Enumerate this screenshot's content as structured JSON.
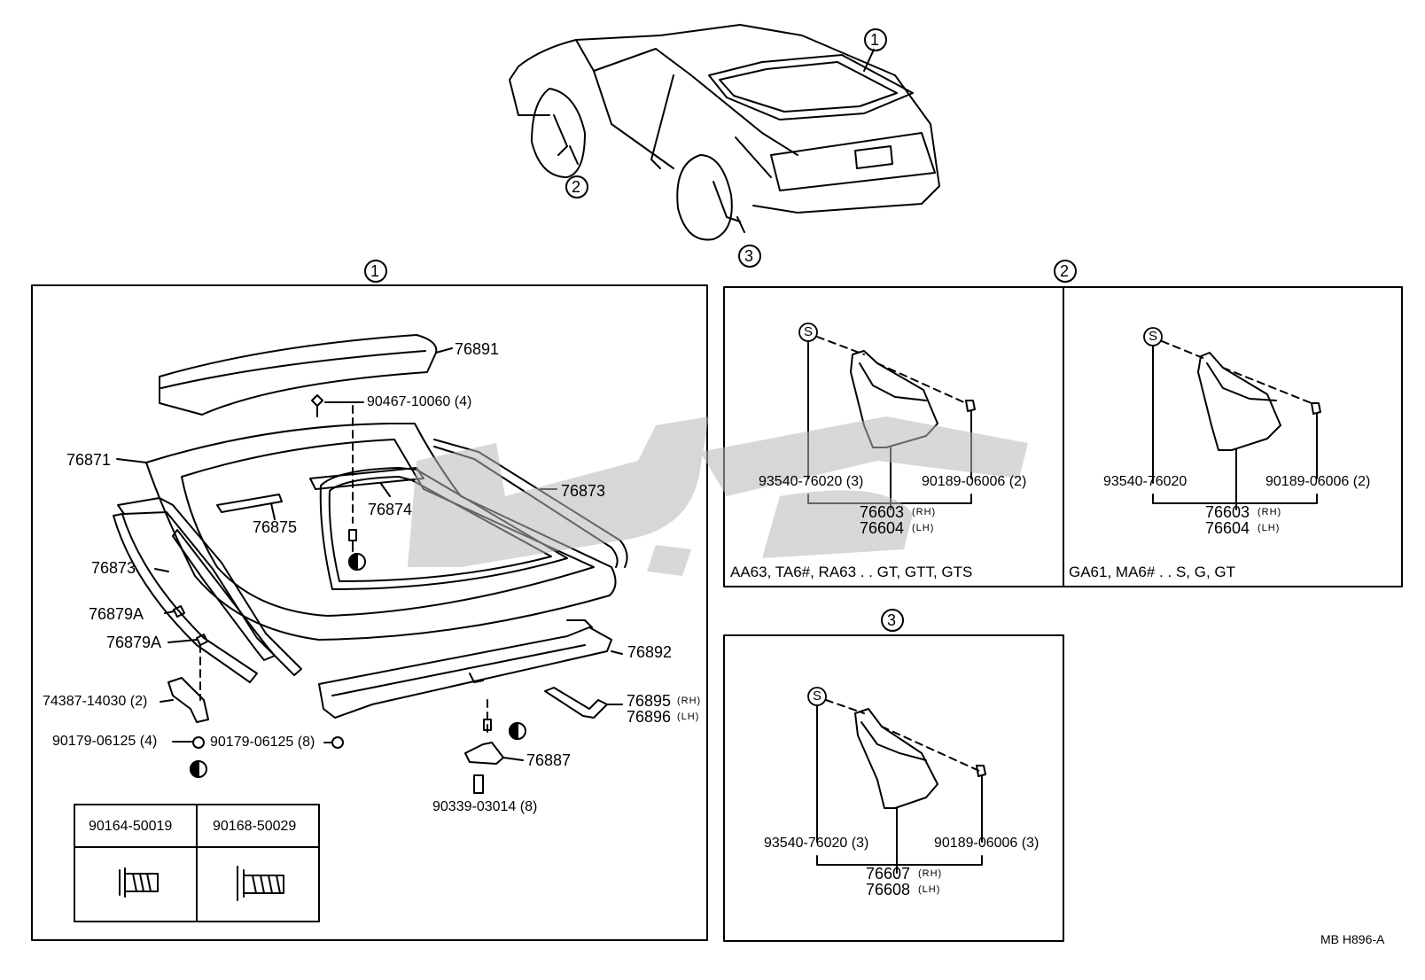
{
  "callouts": {
    "c1": "1",
    "c2": "2",
    "c3": "3",
    "s": "S"
  },
  "panel1": {
    "p76891": "76891",
    "p90467": "90467-10060 (4)",
    "p76871": "76871",
    "p76873a": "76873",
    "p76874": "76874",
    "p76875": "76875",
    "p76873b": "76873",
    "p76879a1": "76879A",
    "p76879a2": "76879A",
    "p76892": "76892",
    "p74387": "74387-14030 (2)",
    "p76895": "76895",
    "p76895s": "(RH)",
    "p76896": "76896",
    "p76896s": "(LH)",
    "p90179a": "90179-06125 (4)",
    "p90179b": "90179-06125 (8)",
    "p76887": "76887",
    "p90339": "90339-03014 (8)"
  },
  "bolt_table": {
    "col1": "90164-50019",
    "col2": "90168-50029"
  },
  "panel2a": {
    "p93540": "93540-76020 (3)",
    "p90189": "90189-06006 (2)",
    "p76603": "76603",
    "p76603s": "(RH)",
    "p76604": "76604",
    "p76604s": "(LH)",
    "models": "AA63, TA6#, RA63 . . GT, GTT, GTS"
  },
  "panel2b": {
    "p93540": "93540-76020",
    "p90189": "90189-06006 (2)",
    "p76603": "76603",
    "p76603s": "(RH)",
    "p76604": "76604",
    "p76604s": "(LH)",
    "models": "GA61, MA6# . . S, G, GT"
  },
  "panel3": {
    "p93540": "93540-76020 (3)",
    "p90189": "90189-06006 (3)",
    "p76607": "76607",
    "p76607s": "(RH)",
    "p76608": "76608",
    "p76608s": "(LH)"
  },
  "footer": {
    "code": "MB  H896-A"
  },
  "colors": {
    "line": "#000000",
    "watermark": "#b8b8b8"
  }
}
